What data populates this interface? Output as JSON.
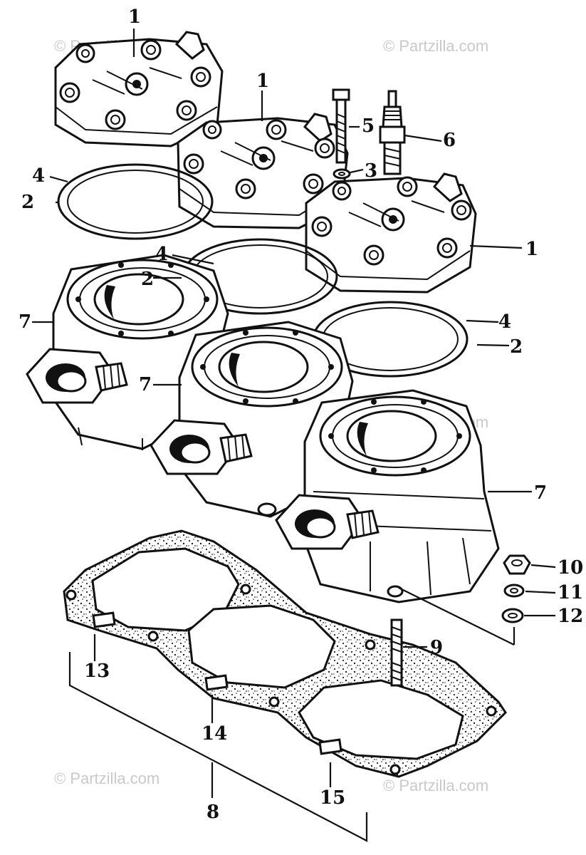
{
  "watermark": "© Partzilla.com",
  "callouts": {
    "c1a": "1",
    "c1b": "1",
    "c1c": "1",
    "c2a": "2",
    "c2b": "2",
    "c2c": "2",
    "c3": "3",
    "c4a": "4",
    "c4b": "4",
    "c4c": "4",
    "c5": "5",
    "c6": "6",
    "c7a": "7",
    "c7b": "7",
    "c7c": "7",
    "c8": "8",
    "c9": "9",
    "c10": "10",
    "c11": "11",
    "c12": "12",
    "c13": "13",
    "c14": "14",
    "c15": "15"
  }
}
